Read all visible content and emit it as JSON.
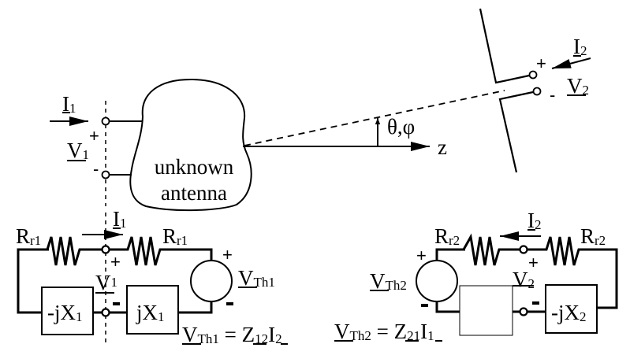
{
  "figure": {
    "antenna_label_line1": "unknown",
    "antenna_label_line2": "antenna",
    "axis_label": "z",
    "angle_label": "θ,φ",
    "port1": {
      "current": {
        "main": "I",
        "sub": "1"
      },
      "voltage": {
        "main": "V",
        "sub": "1"
      },
      "plus": "+",
      "minus": "-"
    },
    "port2": {
      "current": {
        "main": "I",
        "sub": "2"
      },
      "voltage": {
        "main": "V",
        "sub": "2"
      },
      "plus": "+",
      "minus": "-"
    }
  },
  "circuit1": {
    "r_left": {
      "main": "R",
      "sub": "r1"
    },
    "r_right": {
      "main": "R",
      "sub": "r1"
    },
    "current": {
      "main": "I",
      "sub": "1"
    },
    "voltage": {
      "main": "V",
      "sub": "1"
    },
    "box_left": {
      "main": "-jX",
      "sub": "1"
    },
    "box_right": {
      "main": "jX",
      "sub": "1"
    },
    "source": {
      "main": "V",
      "sub": "Th1"
    },
    "plus": "+",
    "minus": "-",
    "equation": {
      "lhs_main": "V",
      "lhs_sub": "Th1",
      "eq": " = ",
      "z_main": "Z",
      "z_sub": "12",
      "i_main": "I",
      "i_sub": "2"
    }
  },
  "circuit2": {
    "r_left": {
      "main": "R",
      "sub": "r2"
    },
    "r_right": {
      "main": "R",
      "sub": "r2"
    },
    "current": {
      "main": "I",
      "sub": "2"
    },
    "voltage": {
      "main": "V",
      "sub": "2"
    },
    "box_right": {
      "main": "-jX",
      "sub": "2"
    },
    "source": {
      "main": "V",
      "sub": "Th2"
    },
    "plus": "+",
    "minus": "-",
    "equation": {
      "lhs_main": "V",
      "lhs_sub": "Th2",
      "eq": " = ",
      "z_main": "Z",
      "z_sub": "21",
      "i_main": "I",
      "i_sub": "1"
    }
  }
}
